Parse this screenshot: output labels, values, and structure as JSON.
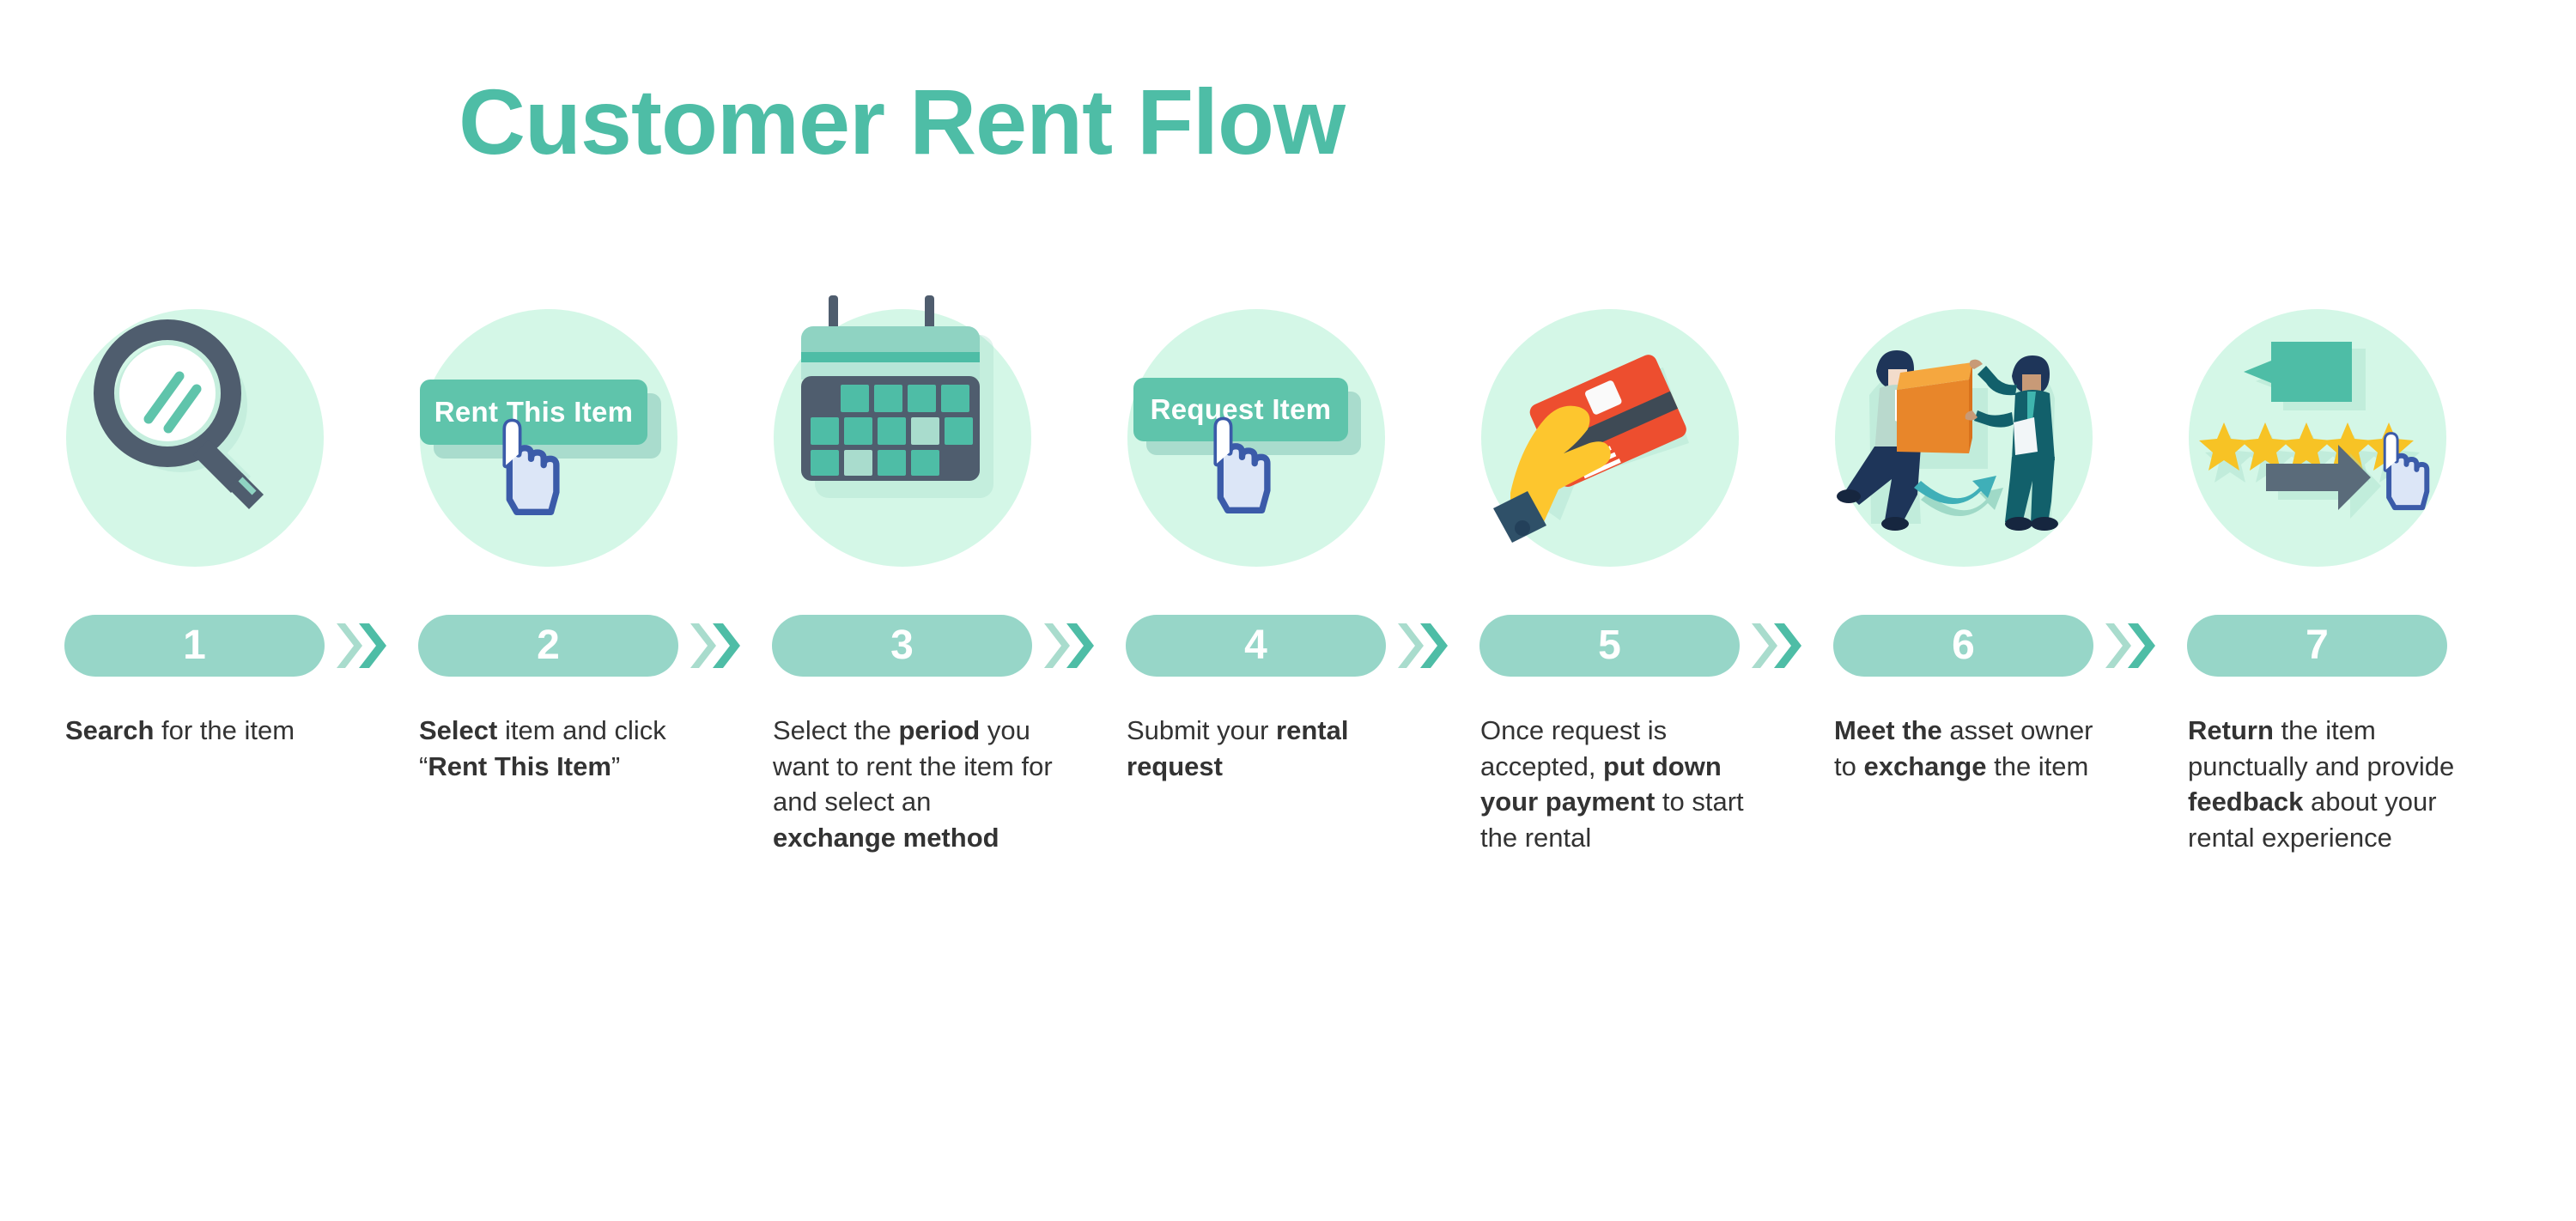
{
  "header": {
    "title": "Customer Rent Flow",
    "title_color": "#4EBDA6"
  },
  "theme": {
    "circle_bg": "#D4F7E7",
    "pill_bg": "#97D6C8",
    "accent_teal": "#4EBDA6",
    "button_teal": "#5FC4AB",
    "dark_slate": "#4F5D6E",
    "star_yellow": "#F7C325",
    "card_red": "#E8402A",
    "box_orange": "#F0922F",
    "hand_yellow": "#FDC62E",
    "cursor_blue": "#3B5BA9",
    "text_color": "#333333"
  },
  "steps": [
    {
      "number": "1",
      "icon": "magnifier-icon",
      "description_html": "<b>Search</b> for the item",
      "description_text": "Search for the item"
    },
    {
      "number": "2",
      "icon": "rent-this-item-button-icon",
      "button_label": "Rent This Item",
      "description_html": "<b>Select</b> item and click “<b>Rent This Item</b>”",
      "description_text": "Select item and click “Rent This Item”"
    },
    {
      "number": "3",
      "icon": "calendar-icon",
      "description_html": "Select the <b>period</b> you want to rent the item for and select an <b>exchange method</b>",
      "description_text": "Select the period you want to rent the item for and select an exchange method"
    },
    {
      "number": "4",
      "icon": "request-item-button-icon",
      "button_label": "Request Item",
      "description_html": "Submit your <b>rental request</b>",
      "description_text": "Submit your rental request"
    },
    {
      "number": "5",
      "icon": "hand-credit-card-icon",
      "description_html": "Once request is accepted, <b>put down your payment</b> to start the rental",
      "description_text": "Once request is accepted, put down your payment to start the rental"
    },
    {
      "number": "6",
      "icon": "people-exchange-box-icon",
      "description_html": "<b>Meet the</b> asset owner to <b>exchange</b> the item",
      "description_text": "Meet the asset owner to exchange the item"
    },
    {
      "number": "7",
      "icon": "star-rating-arrows-icon",
      "star_count": 5,
      "description_html": "<b>Return</b> the item punctually and provide <b>feedback</b> about your rental experience",
      "description_text": "Return the item punctually and provide feedback about your rental experience"
    }
  ],
  "connector": {
    "icon": "double-chevron-right-icon",
    "count": 6
  }
}
